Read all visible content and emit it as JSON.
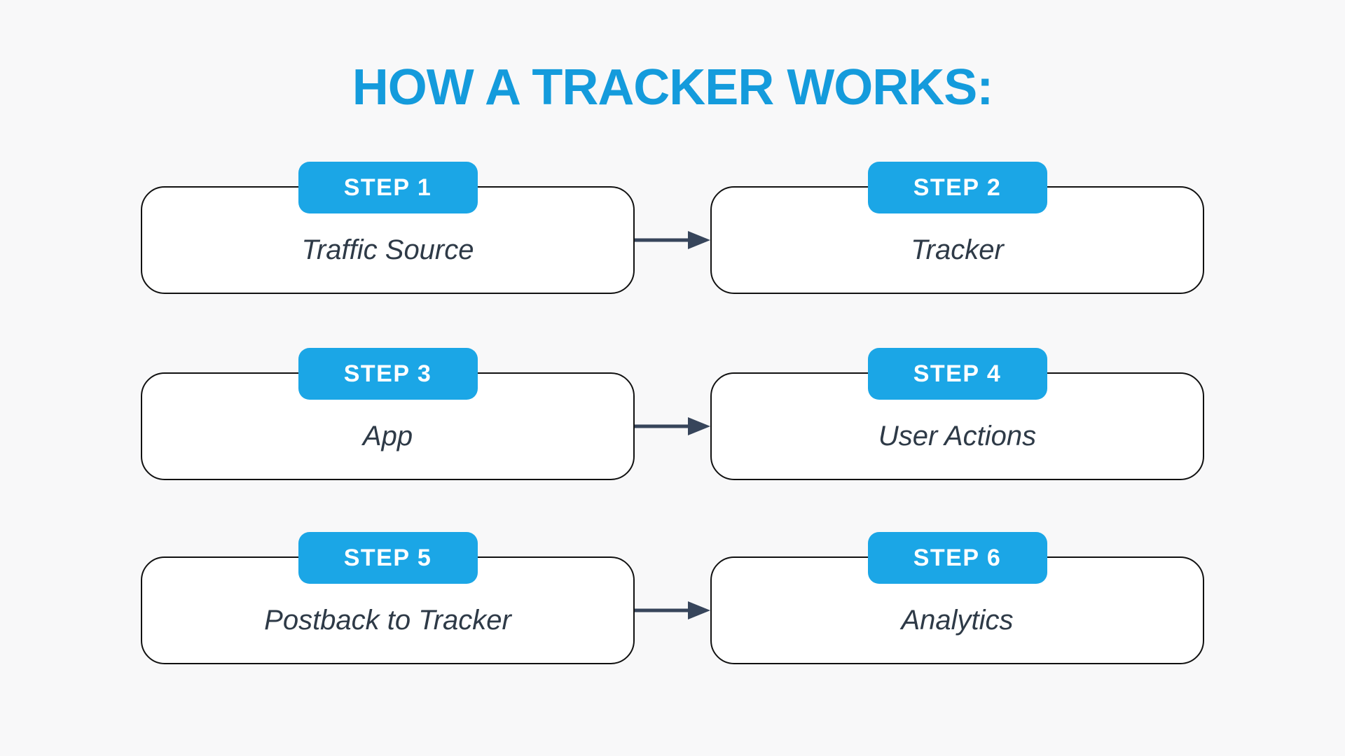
{
  "title": "HOW A TRACKER WORKS:",
  "colors": {
    "background": "#F8F8F9",
    "title_blue": "#149BDC",
    "badge_blue": "#1BA6E6",
    "box_fill": "#FFFFFF",
    "box_border": "#111111",
    "box_text": "#2E3A47",
    "arrow": "#37455B",
    "badge_text": "#FFFFFF"
  },
  "icons": {
    "connector": "arrow-right-icon"
  },
  "rows": [
    {
      "left": {
        "step": "STEP 1",
        "label": "Traffic Source"
      },
      "right": {
        "step": "STEP 2",
        "label": "Tracker"
      }
    },
    {
      "left": {
        "step": "STEP 3",
        "label": "App"
      },
      "right": {
        "step": "STEP 4",
        "label": "User Actions"
      }
    },
    {
      "left": {
        "step": "STEP 5",
        "label": "Postback to Tracker"
      },
      "right": {
        "step": "STEP 6",
        "label": "Analytics"
      }
    }
  ]
}
